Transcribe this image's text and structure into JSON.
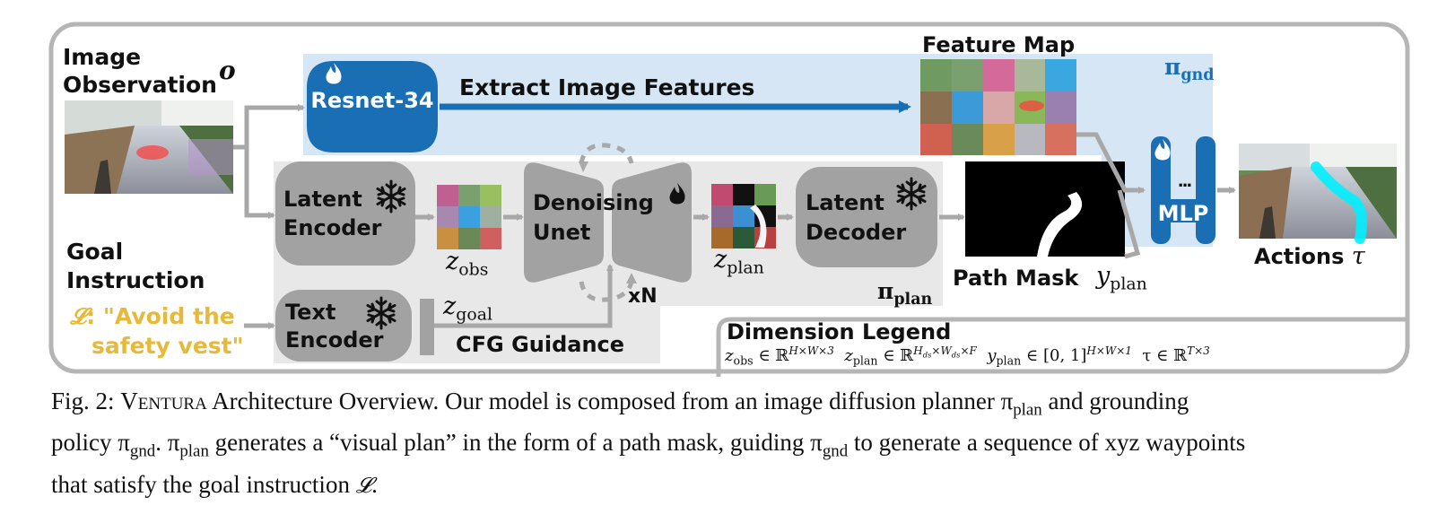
{
  "figure": {
    "image_observation_label": [
      "Image",
      "Observation"
    ],
    "obs_symbol": "o",
    "goal_label": [
      "Goal",
      "Instruction"
    ],
    "goal_symbol": "𝓛",
    "goal_quote": [
      ": \"Avoid the",
      "safety vest\""
    ],
    "resnet_label": "Resnet-34",
    "extract_label": "Extract Image Features",
    "feature_map_label": "Feature Map",
    "pi_gnd_label": "π",
    "pi_gnd_sub": "gnd",
    "latent_encoder_label": [
      "Latent",
      "Encoder"
    ],
    "z_obs_label": "z",
    "z_obs_sub": "obs",
    "denoising_label": [
      "Denoising",
      "Unet"
    ],
    "xn_label": "xN",
    "z_plan_label": "z",
    "z_plan_sub": "plan",
    "latent_decoder_label": [
      "Latent",
      "Decoder"
    ],
    "pi_plan_label": "π",
    "pi_plan_sub": "plan",
    "path_mask_label": "Path Mask",
    "y_plan_label": "y",
    "y_plan_sub": "plan",
    "mlp_label": "MLP",
    "mlp_dots": "...",
    "actions_label": "Actions",
    "tau_symbol": "τ",
    "text_encoder_label": [
      "Text",
      "Encoder"
    ],
    "z_goal_label": "z",
    "z_goal_sub": "goal",
    "cfg_label": "CFG Guidance",
    "legend_title": "Dimension Legend",
    "legend_items": [
      "z_obs ∈ ℝ^{H×W×3}",
      "z_plan ∈ ℝ^{H_ds×W_ds×F}",
      "y_plan ∈ [0, 1]^{H×W×1}",
      "τ ∈ ℝ^{T×3}"
    ],
    "legend_text": [
      "z",
      "obs",
      " ∈ ℝ",
      "H×W×3",
      "z",
      "plan",
      " ∈ ℝ",
      "H",
      "ds",
      "×W",
      "ds",
      "×F",
      "y",
      "plan",
      " ∈ [0, 1]",
      "H×W×1",
      "τ ∈ ℝ",
      "T×3"
    ]
  },
  "caption": {
    "prefix": "Fig. 2: ",
    "name": "Ventura",
    "line1": " Architecture Overview. Our model is composed from an image diffusion planner π",
    "line1_sub": "plan",
    "line1_end": " and grounding",
    "line2a": "policy π",
    "line2a_sub": "gnd",
    "line2b": ". π",
    "line2b_sub": "plan",
    "line2c": " generates a “visual plan” in the form of a path mask, guiding π",
    "line2c_sub": "gnd",
    "line2d": " to generate a sequence of xyz waypoints",
    "line3": "that satisfy the goal instruction ",
    "line3_sym": "𝓛",
    "line3_end": "."
  },
  "colors": {
    "frame": "#b5b5b5",
    "blue_band": "#d6e6f4",
    "gray_band": "#e8e8e8",
    "resnet": "#1a6fb4",
    "arrow_blue": "#1a6fb4",
    "gray_box": "#a2a2a2",
    "arrow_gray": "#a8a8a8",
    "goal_text": "#e7b93a",
    "path_cyan": "#00f0ff"
  },
  "icons": [
    "fire-icon",
    "snowflake-icon"
  ]
}
